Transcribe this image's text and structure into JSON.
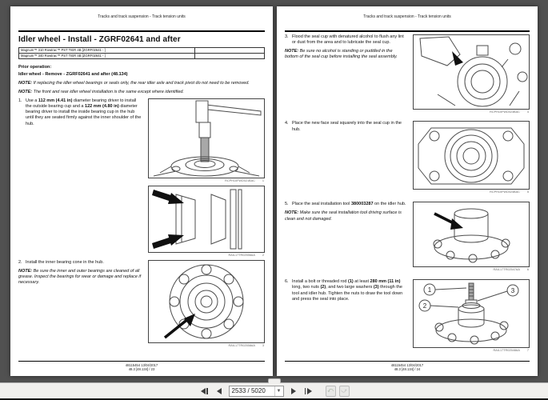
{
  "left_page": {
    "header": "Tracks and track suspension - Track tension units",
    "title": "Idler wheel - Install - ZGRF02641 and after",
    "models": {
      "row1": "Magnum™ 310 Rowtrac™ PST TIER 4B [ZGRF02641 - ]",
      "row2": "Magnum™ 340 Rowtrac™ PST TIER 4B [ZGRF02641 - ]"
    },
    "prior_label": "Prior operation:",
    "prior_link": "Idler wheel - Remove - ZGRF02641 and after (48.134)",
    "note_replace": [
      {
        "t": "NOTE: ",
        "b": true
      },
      {
        "t": "If replacing the idler wheel bearings or seals only, the rear idler axle and track pivot do not need to be removed.",
        "b": false
      }
    ],
    "note_same": [
      {
        "t": "NOTE: ",
        "b": true
      },
      {
        "t": "The front and rear idler wheel installation is the same except where identified.",
        "b": false
      }
    ],
    "steps": {
      "s1": {
        "num": "1.",
        "parts": [
          {
            "t": "Use a ",
            "b": false
          },
          {
            "t": "112 mm (4.41 in)",
            "b": true
          },
          {
            "t": " diameter bearing driver to install the outside bearing cup and a ",
            "b": false
          },
          {
            "t": "122 mm (4.80 in)",
            "b": true
          },
          {
            "t": " diameter bearing driver to install the inside bearing cup in the hub until they are seated firmly against the inner shoulder of the hub.",
            "b": false
          }
        ]
      },
      "s2": {
        "num": "2.",
        "parts": [
          {
            "t": "Install the inner bearing cone in the hub.",
            "b": false
          }
        ]
      }
    },
    "note_bearings": [
      {
        "t": "NOTE: ",
        "b": true
      },
      {
        "t": "Be sure the inner and outer bearings are cleaned of all grease. Inspect the bearings for wear or damage and replace if necessary.",
        "b": false
      }
    ],
    "figs": {
      "f1": {
        "code": "RCPH10FWD021BAC",
        "n": "1"
      },
      "f2": {
        "code": "RAIL17TR02556AA",
        "n": "2"
      },
      "f3": {
        "code": "RAIL17TR02558AA",
        "n": "3"
      }
    },
    "footer": {
      "pub": "48115454 13/04/2017",
      "page": "48.3 [48.134] / 23"
    }
  },
  "right_page": {
    "header": "Tracks and track suspension - Track tension units",
    "steps": {
      "s3": {
        "num": "3.",
        "parts": [
          {
            "t": "Flood the seal cup with denatured alcohol to flush any lint or dust from the area and to lubricate the seal cup.",
            "b": false
          }
        ]
      },
      "s4": {
        "num": "4.",
        "parts": [
          {
            "t": "Place the new face seal squarely into the seal cup in the hub.",
            "b": false
          }
        ]
      },
      "s5": {
        "num": "5.",
        "parts": [
          {
            "t": "Place the seal installation tool ",
            "b": false
          },
          {
            "t": "380003287",
            "b": true
          },
          {
            "t": " on the idler hub.",
            "b": false
          }
        ]
      },
      "s6": {
        "num": "6.",
        "parts": [
          {
            "t": "Install a bolt or threaded rod ",
            "b": false
          },
          {
            "t": "(1)",
            "b": true
          },
          {
            "t": " at least ",
            "b": false
          },
          {
            "t": "280 mm (11 in)",
            "b": true
          },
          {
            "t": " long, two nuts ",
            "b": false
          },
          {
            "t": "(2)",
            "b": true
          },
          {
            "t": ", and two large washers ",
            "b": false
          },
          {
            "t": "(3)",
            "b": true
          },
          {
            "t": " through the tool and idler hub. Tighten the nuts to draw the tool down and press the seal into place.",
            "b": false
          }
        ]
      }
    },
    "note_alcohol": [
      {
        "t": "NOTE: ",
        "b": true
      },
      {
        "t": "Be sure no alcohol is standing or puddled in the bottom of the seal cup before installing the seal assembly.",
        "b": false
      }
    ],
    "note_tool": [
      {
        "t": "NOTE: ",
        "b": true
      },
      {
        "t": "Make sure the seal installation tool driving surface is clean and not damaged.",
        "b": false
      }
    ],
    "figs": {
      "f4": {
        "code": "RCPH10FWD023BAC",
        "n": "4"
      },
      "f5": {
        "code": "RCPH10FWD024BAC",
        "n": "5"
      },
      "f6": {
        "code": "RAIL17TR02547AA",
        "n": "6"
      },
      "f7": {
        "code": "RAIL17TR02548AA",
        "n": "7",
        "callouts": [
          "1",
          "2",
          "3"
        ]
      }
    },
    "footer": {
      "pub": "48115454 13/04/2017",
      "page": "48.3 [48.134] / 24"
    }
  },
  "toolbar": {
    "page_value": "2533 / 5020",
    "dropdown_caret": "▼"
  }
}
